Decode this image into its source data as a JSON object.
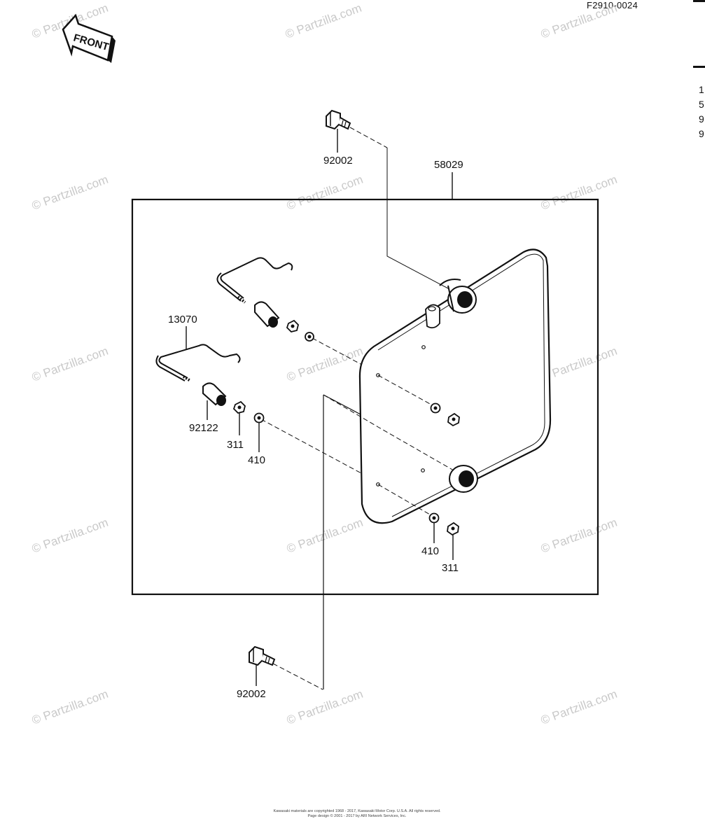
{
  "diagram_code": "F2910-0024",
  "front_arrow": "FRONT",
  "watermark": "© Partzilla.com",
  "parts": [
    {
      "id": "bolt-top-label",
      "number": "92002"
    },
    {
      "id": "bracket-label",
      "number": "58029"
    },
    {
      "id": "wire-label",
      "number": "13070"
    },
    {
      "id": "collar-label",
      "number": "92122"
    },
    {
      "id": "nut-left-label",
      "number": "311"
    },
    {
      "id": "washer-left-label",
      "number": "410"
    },
    {
      "id": "washer-right-label",
      "number": "410"
    },
    {
      "id": "nut-right-label",
      "number": "311"
    },
    {
      "id": "bolt-bottom-label",
      "number": "92002"
    }
  ],
  "side_fragments": [
    "1",
    "5",
    "9",
    "9"
  ],
  "footer": {
    "line1": "Kawasaki materials are copyrighted 1968 - 2017, Kawasaki Motor Corp. U.S.A. All rights reserved.",
    "line2": "Page design © 2001 - 2017 by ARI Network Services, Inc."
  }
}
